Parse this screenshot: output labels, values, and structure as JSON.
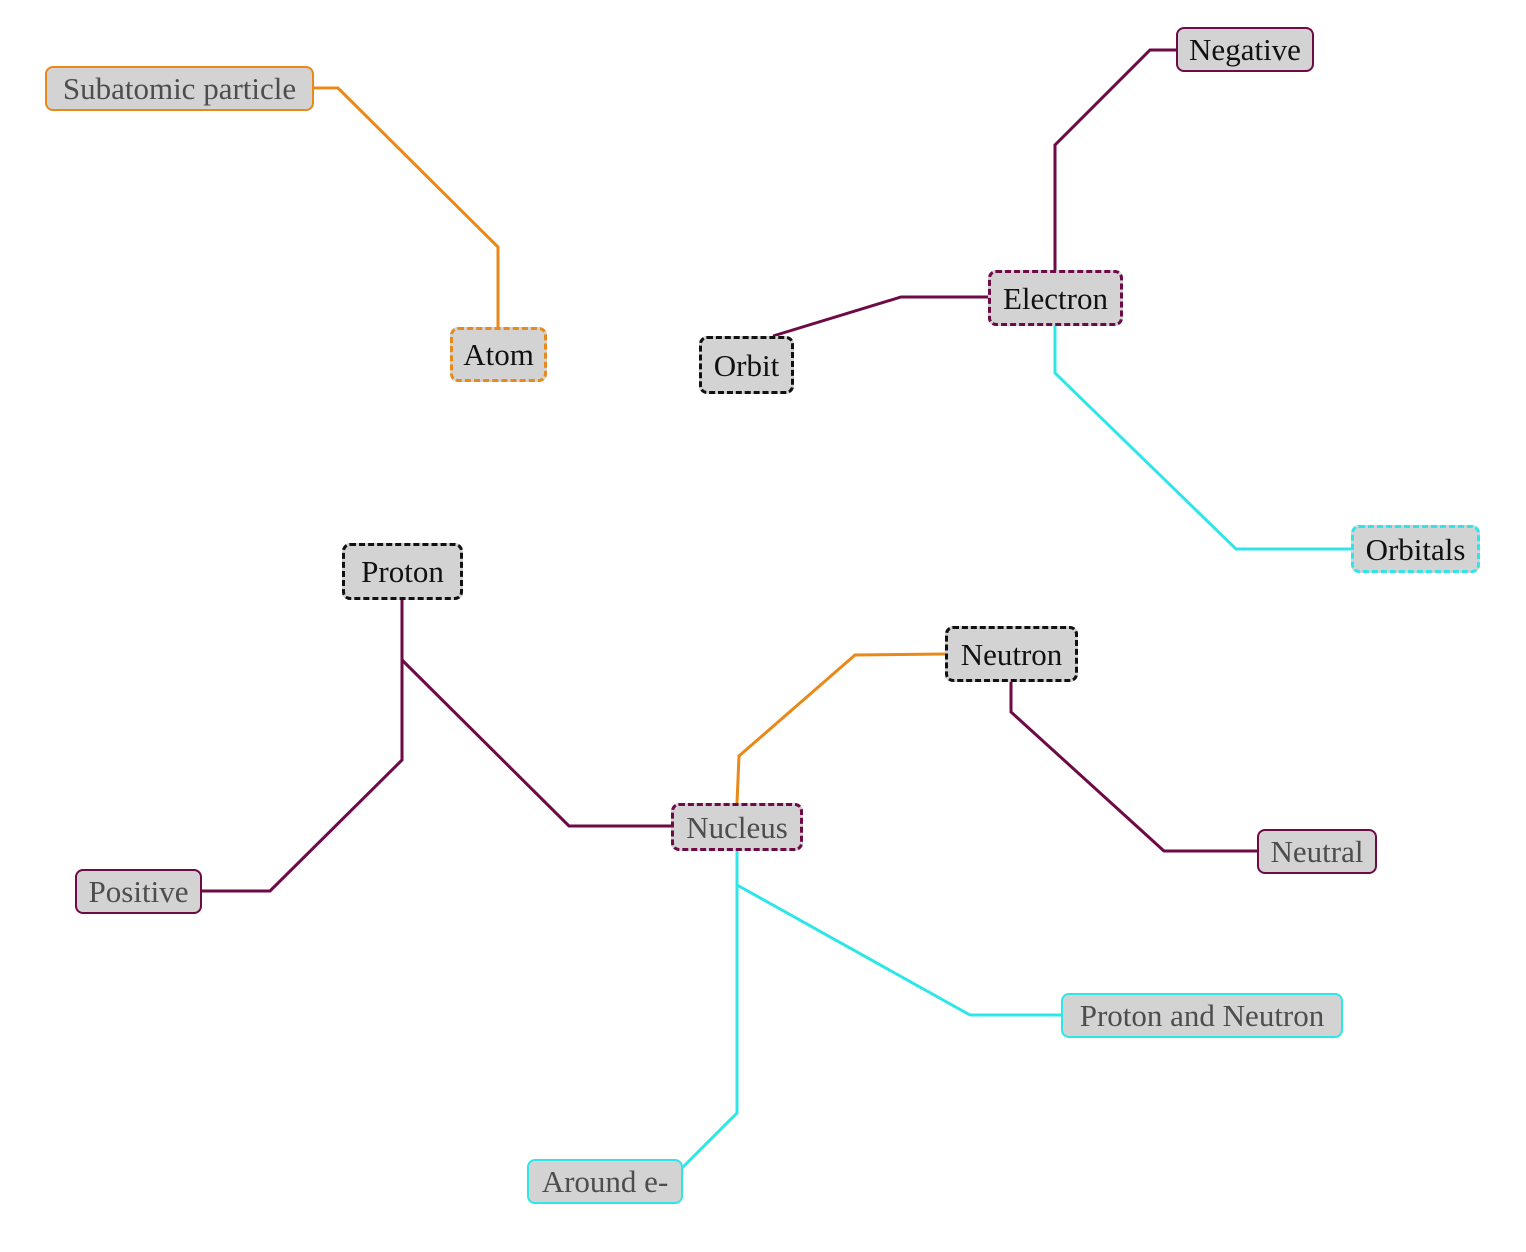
{
  "colors": {
    "orange": "#e8891a",
    "maroon": "#6e0a46",
    "cyan": "#2ee6e8",
    "black": "#111111",
    "node_fill": "#d3d3d3",
    "text_dark": "#111111",
    "text_gray": "#4d4d4d"
  },
  "nodes": {
    "subatomic": {
      "label": "Subatomic particle"
    },
    "atom": {
      "label": "Atom"
    },
    "negative": {
      "label": "Negative"
    },
    "electron": {
      "label": "Electron"
    },
    "orbit": {
      "label": "Orbit"
    },
    "orbitals": {
      "label": "Orbitals"
    },
    "proton": {
      "label": "Proton"
    },
    "neutron": {
      "label": "Neutron"
    },
    "nucleus": {
      "label": "Nucleus"
    },
    "neutral": {
      "label": "Neutral"
    },
    "positive": {
      "label": "Positive"
    },
    "proton_neutron": {
      "label": "Proton and Neutron"
    },
    "around_e": {
      "label": "Around e-"
    }
  },
  "edges": [
    {
      "from": "atom",
      "to": "subatomic",
      "color": "orange"
    },
    {
      "from": "electron",
      "to": "negative",
      "color": "maroon"
    },
    {
      "from": "electron",
      "to": "orbit",
      "color": "maroon"
    },
    {
      "from": "electron",
      "to": "orbitals",
      "color": "cyan"
    },
    {
      "from": "proton",
      "to": "positive",
      "color": "maroon"
    },
    {
      "from": "proton",
      "to": "nucleus",
      "color": "maroon"
    },
    {
      "from": "nucleus",
      "to": "neutron",
      "color": "orange"
    },
    {
      "from": "neutron",
      "to": "neutral",
      "color": "maroon"
    },
    {
      "from": "nucleus",
      "to": "proton_neutron",
      "color": "cyan"
    },
    {
      "from": "nucleus",
      "to": "around_e",
      "color": "cyan"
    }
  ]
}
